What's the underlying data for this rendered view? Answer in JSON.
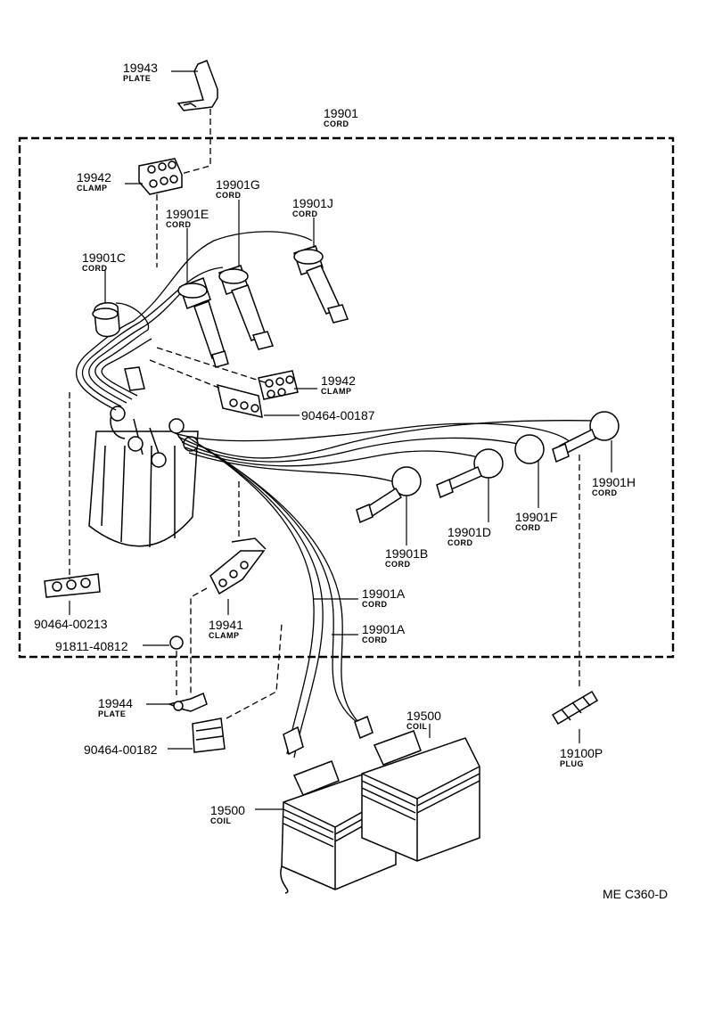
{
  "labels": {
    "p19943": {
      "num": "19943",
      "desc": "PLATE"
    },
    "p19901": {
      "num": "19901",
      "desc": "CORD"
    },
    "p19942a": {
      "num": "19942",
      "desc": "CLAMP"
    },
    "p19901g": {
      "num": "19901G",
      "desc": "CORD"
    },
    "p19901j": {
      "num": "19901J",
      "desc": "CORD"
    },
    "p19901e": {
      "num": "19901E",
      "desc": "CORD"
    },
    "p19901c": {
      "num": "19901C",
      "desc": "CORD"
    },
    "p19942b": {
      "num": "19942",
      "desc": "CLAMP"
    },
    "p9046400187": {
      "num": "90464-00187",
      "desc": ""
    },
    "p19901h": {
      "num": "19901H",
      "desc": "CORD"
    },
    "p19901f": {
      "num": "19901F",
      "desc": "CORD"
    },
    "p19901d": {
      "num": "19901D",
      "desc": "CORD"
    },
    "p19901b": {
      "num": "19901B",
      "desc": "CORD"
    },
    "p19901a1": {
      "num": "19901A",
      "desc": "CORD"
    },
    "p19901a2": {
      "num": "19901A",
      "desc": "CORD"
    },
    "p9046400213": {
      "num": "90464-00213",
      "desc": ""
    },
    "p19941": {
      "num": "19941",
      "desc": "CLAMP"
    },
    "p9181140812": {
      "num": "91811-40812",
      "desc": ""
    },
    "p19944": {
      "num": "19944",
      "desc": "PLATE"
    },
    "p19500a": {
      "num": "19500",
      "desc": "COIL"
    },
    "p19500b": {
      "num": "19500",
      "desc": "COIL"
    },
    "p19100p": {
      "num": "19100P",
      "desc": "PLUG"
    },
    "p9046400182": {
      "num": "90464-00182",
      "desc": ""
    }
  },
  "reference": "ME C360-D"
}
